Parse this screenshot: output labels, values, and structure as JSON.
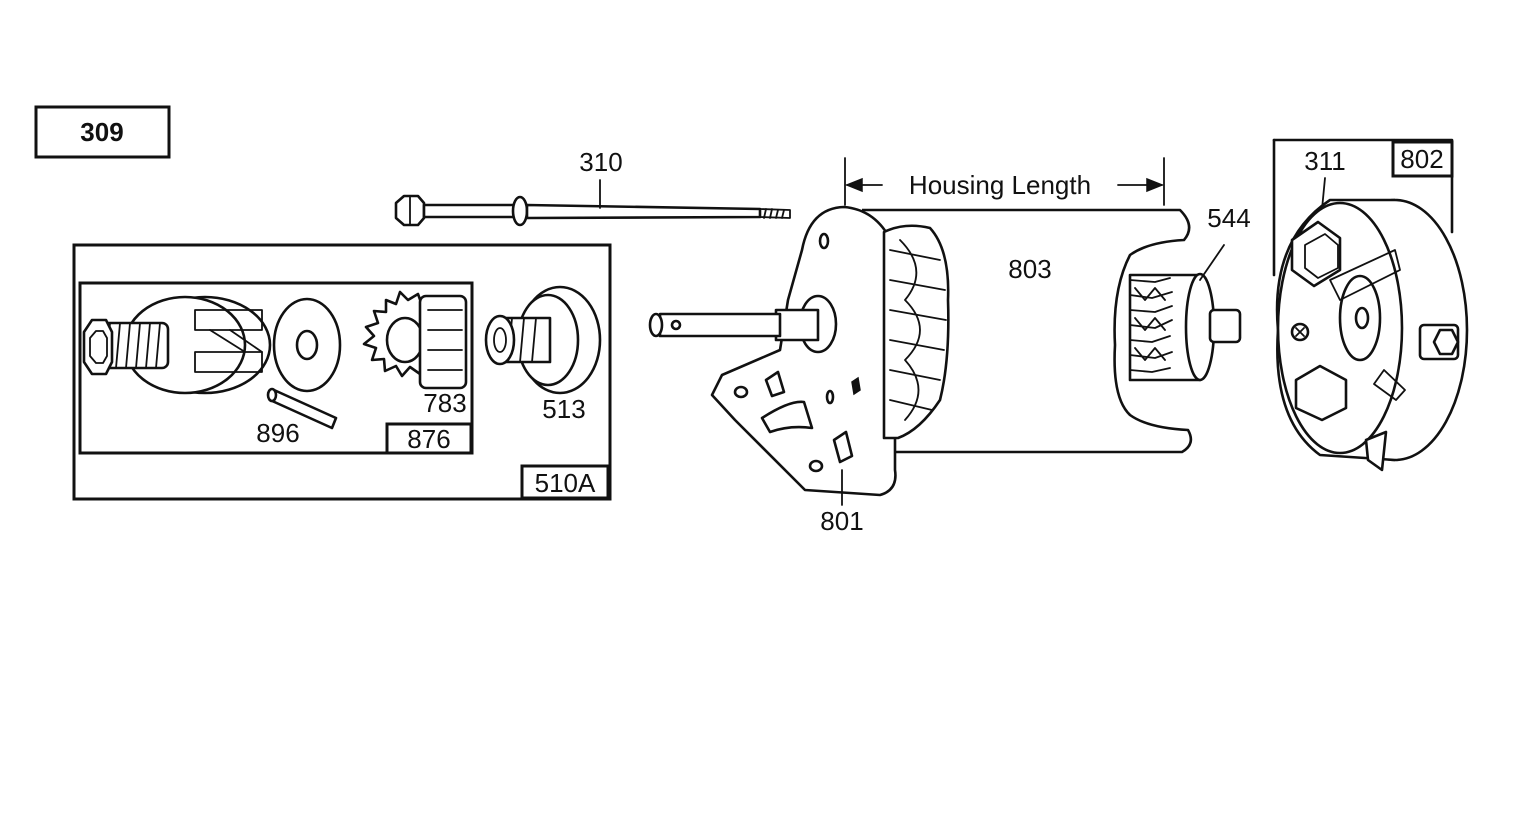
{
  "diagram_ref": "309",
  "callouts": {
    "through_bolt": "310",
    "housing_length": "Housing Length",
    "armature": "544",
    "brush": "311",
    "end_cap_assembly": "802",
    "housing": "803",
    "drive_end_cap": "801",
    "drive_assembly": "510A",
    "drive_kit": "876",
    "roll_pin": "896",
    "pinion_gear": "783",
    "spring": "513"
  }
}
